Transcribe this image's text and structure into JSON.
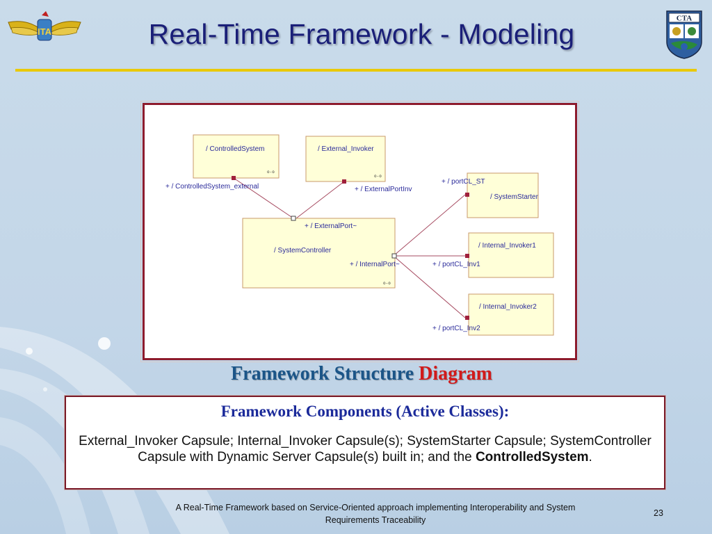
{
  "slide": {
    "title": "Real-Time Framework - Modeling",
    "page_number": "23",
    "footer_line1": "A Real-Time Framework based on Service-Oriented approach implementing Interoperability and System",
    "footer_line2": "Requirements Traceability"
  },
  "logos": {
    "left_logo_text": "ITA",
    "right_logo_text": "CTA"
  },
  "diagram": {
    "capsules": [
      {
        "label": "/ ControlledSystem"
      },
      {
        "label": "/ External_Invoker"
      },
      {
        "label": "/ SystemController"
      },
      {
        "label": "/ SystemStarter"
      },
      {
        "label": "/ Internal_Invoker1"
      },
      {
        "label": "/ Internal_Invoker2"
      }
    ],
    "ports": [
      {
        "label": "+ / ControlledSystem_external"
      },
      {
        "label": "+ / ExternalPortInv"
      },
      {
        "label": "+ / ExternalPort~"
      },
      {
        "label": "+ / InternalPort~"
      },
      {
        "label": "+ / portCL_ST"
      },
      {
        "label": "+ / portCL_Inv1"
      },
      {
        "label": "+ / portCL_Inv2"
      }
    ]
  },
  "caption": {
    "part1": "Framework Structure",
    "part2": "Diagram"
  },
  "components": {
    "heading": "Framework Components (Active Classes):",
    "body_text": "External_Invoker Capsule; Internal_Invoker Capsule(s); SystemStarter Capsule; SystemController Capsule with Dynamic Server Capsule(s) built in; and the",
    "body_bold": "ControlledSystem",
    "body_end": "."
  },
  "colors": {
    "title": "#1a1f78",
    "rule": "#e9c90a",
    "frame_border": "#8e1b2c",
    "caption_blue": "#1b5588",
    "caption_red": "#d21a1a",
    "heading_blue": "#1b2a9a",
    "capsule_fill": "#ffffd8"
  }
}
